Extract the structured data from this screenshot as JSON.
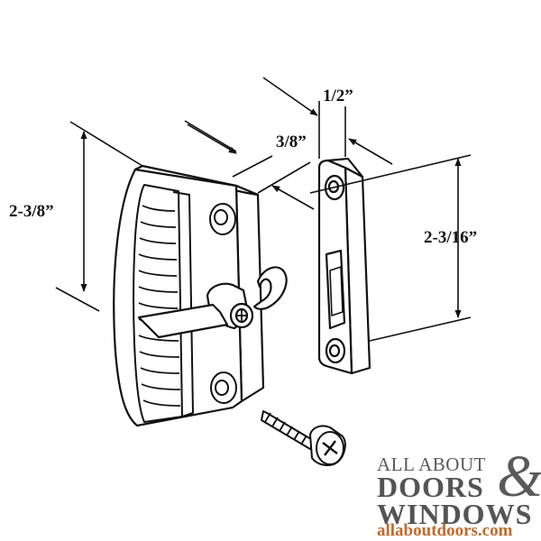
{
  "dimensions": {
    "latch_height": "2-3/8”",
    "latch_depth": "3/8”",
    "keeper_width": "1/2”",
    "keeper_height": "2-3/16”"
  },
  "brand": {
    "line1": "ALL ABOUT",
    "line2": "DOORS",
    "ampersand": "&",
    "line3": "WINDOWS",
    "url": "allaboutdoors.com"
  },
  "colors": {
    "line": "#111111",
    "brand_gray": "#5a5a5a",
    "brand_orange": "#c06a2d"
  }
}
